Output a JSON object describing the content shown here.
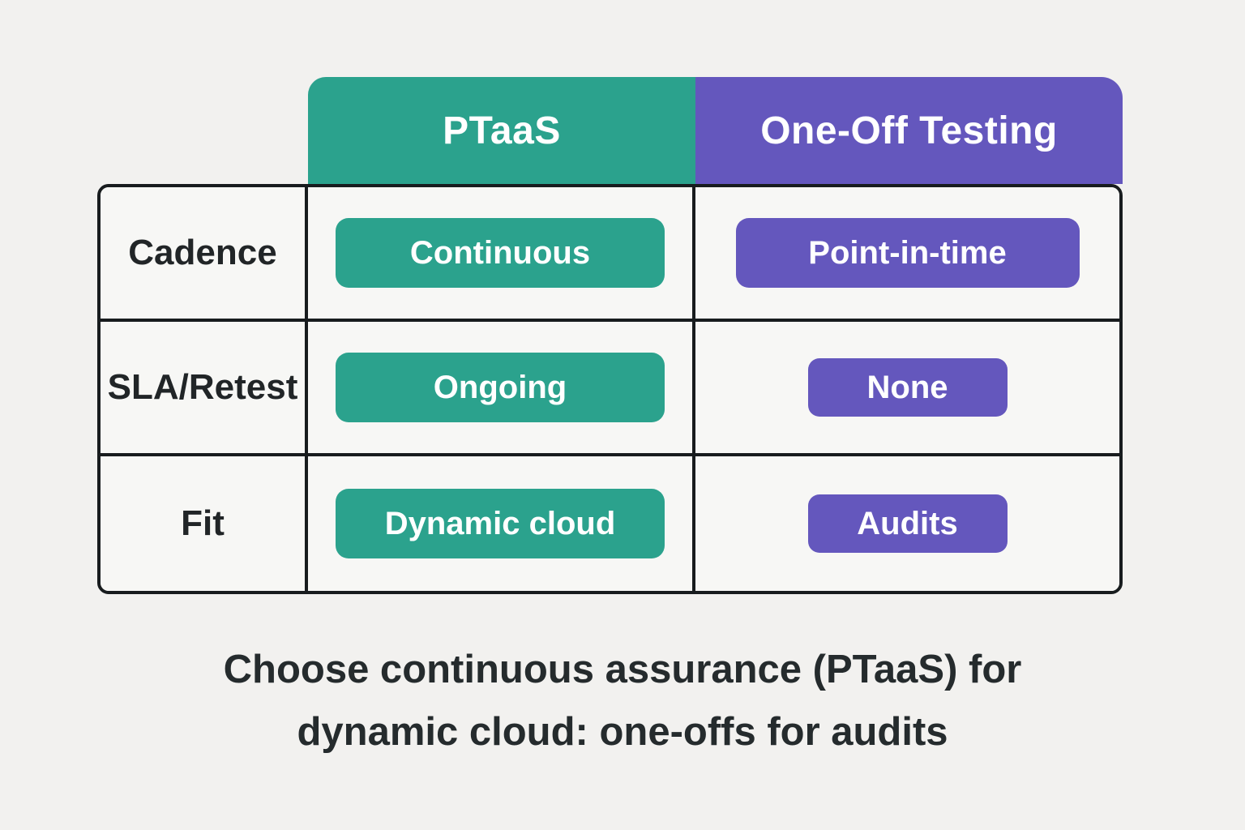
{
  "chart_data": {
    "type": "table",
    "column_headers": [
      "PTaaS",
      "One-Off Testing"
    ],
    "row_headers": [
      "Cadence",
      "SLA/Retest",
      "Fit"
    ],
    "cells": [
      [
        "Continuous",
        "Point-in-time"
      ],
      [
        "Ongoing",
        "None"
      ],
      [
        "Dynamic cloud",
        "Audits"
      ]
    ],
    "caption": "Choose continuous assurance (PTaaS) for dynamic cloud: one-offs for audits",
    "caption_lines": [
      "Choose continuous assurance (PTaaS) for",
      "dynamic cloud: one-offs for audits"
    ],
    "layout_hints": {
      "legend_position": "none",
      "grid": false,
      "header_position": "top",
      "row_header_position": "left"
    },
    "colors": {
      "ptaas_accent": "#2ba28d",
      "oneoff_accent": "#6457bd",
      "table_border": "#181c1e",
      "cell_background": "#f7f7f5",
      "page_background": "#f2f1ef",
      "label_text": "#212527",
      "pill_text": "#ffffff",
      "caption_text": "#252b2d"
    }
  }
}
